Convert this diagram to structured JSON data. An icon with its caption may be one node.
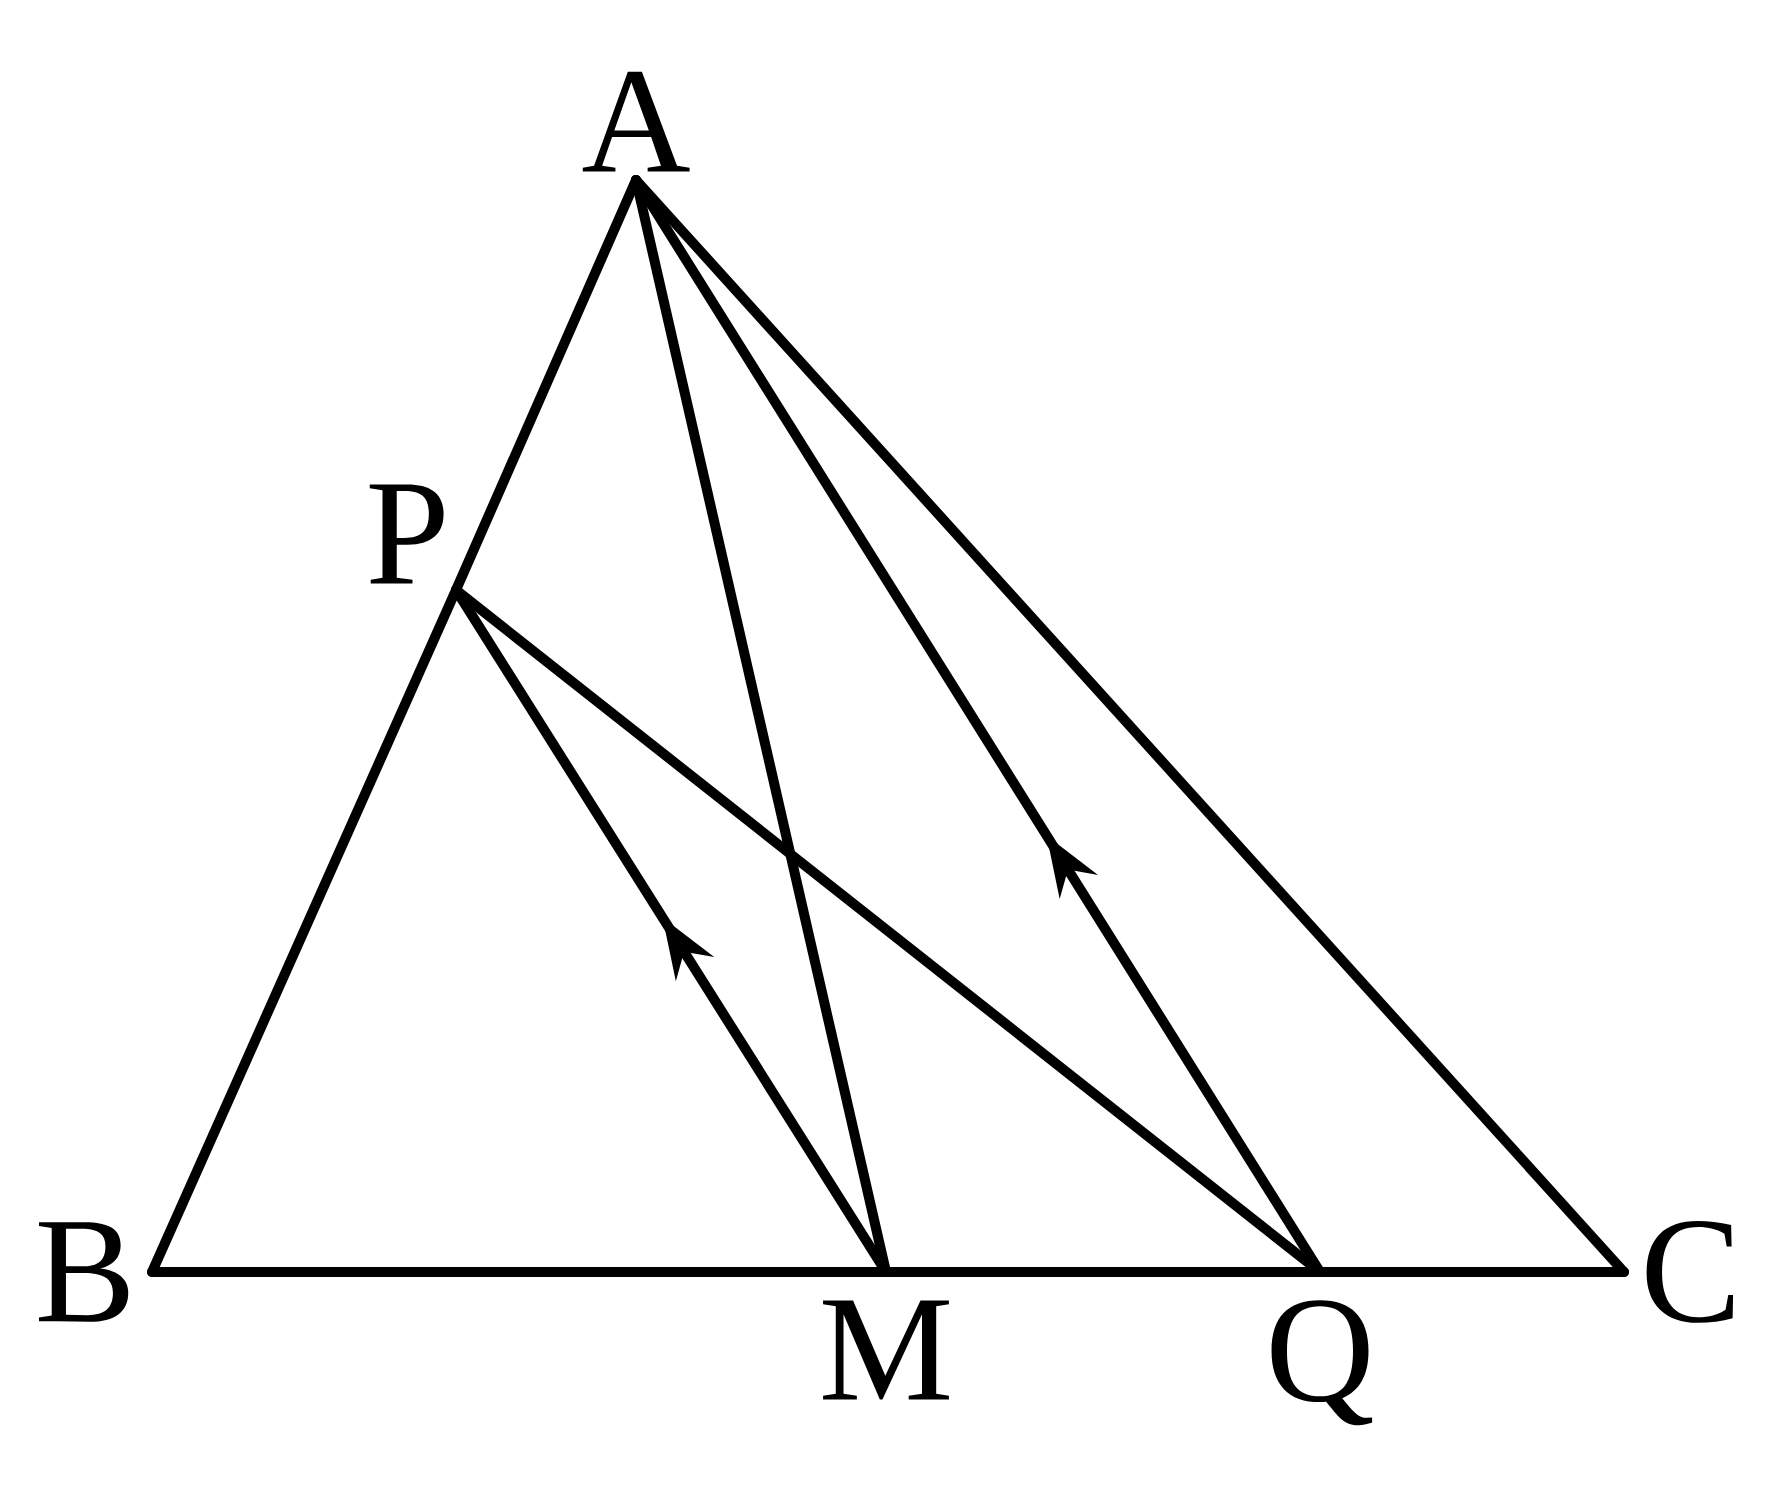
{
  "diagram": {
    "nodes": [
      {
        "text": [
          "A"
        ]
      },
      {
        "text": [
          "P"
        ]
      },
      {
        "text": [
          "B"
        ]
      },
      {
        "text": [
          "M"
        ]
      },
      {
        "text": [
          "Q"
        ]
      },
      {
        "text": [
          "C"
        ]
      }
    ],
    "edges": [
      {
        "from": 0,
        "to": 1,
        "arrow": "none"
      },
      {
        "from": 1,
        "to": 2,
        "arrow": "none"
      },
      {
        "from": 2,
        "to": 3,
        "arrow": "none"
      },
      {
        "from": 3,
        "to": 4,
        "arrow": "none"
      },
      {
        "from": 4,
        "to": 5,
        "arrow": "none"
      },
      {
        "from": 5,
        "to": 0,
        "arrow": "none"
      },
      {
        "from": 0,
        "to": 3,
        "arrow": "none"
      },
      {
        "from": 1,
        "to": 4,
        "arrow": "none"
      },
      {
        "from": 3,
        "to": 1,
        "arrow": "to"
      },
      {
        "from": 4,
        "to": 0,
        "arrow": "to"
      }
    ]
  }
}
